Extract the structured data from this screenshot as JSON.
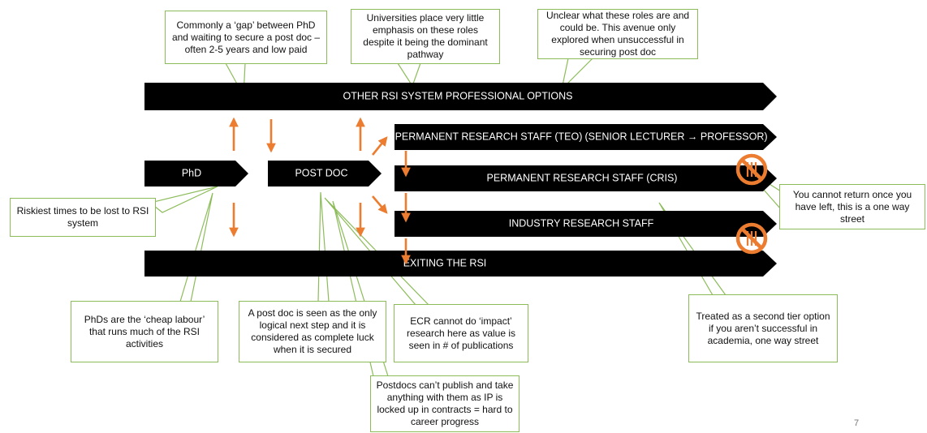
{
  "colors": {
    "bar": "#000000",
    "bar_text": "#ffffff",
    "arrow": "#ec7c30",
    "callout_border": "#8cbc5a",
    "no_entry_icon": "#ec7c30"
  },
  "bars": {
    "other_rsi": "OTHER RSI SYSTEM PROFESSIONAL OPTIONS",
    "phd": "PhD",
    "post_doc": "POST DOC",
    "teo": "PERMANENT RESEARCH STAFF (TEO)",
    "teo_path": "(SENIOR LECTURER → PROFESSOR)",
    "cris": "PERMANENT RESEARCH STAFF (CRIS)",
    "industry": "INDUSTRY RESEARCH STAFF",
    "exiting": "EXITING THE RSI"
  },
  "callouts": {
    "gap": "Commonly a ‘gap’ between PhD and waiting to secure a post doc – often 2-5 years and low paid",
    "universities": "Universities place very little emphasis on these roles despite it being the dominant pathway",
    "unclear": "Unclear what these roles are and could be. This avenue only explored when unsuccessful in securing post doc",
    "riskiest": "Riskiest times to be lost to RSI system",
    "one_way": "You cannot return once you have left, this is a one way street",
    "cheap_labour": "PhDs are the ‘cheap labour’ that runs much of the RSI activities",
    "logical_step": "A post doc is seen as the only logical next step and it is considered as complete luck when it is secured",
    "ecr_impact": "ECR cannot do ‘impact’ research here as value is seen in # of publications",
    "second_tier": "Treated as a second tier option if you aren’t successful in academia, one way street",
    "postdocs_ip": "Postdocs can’t publish and take anything with them as IP is locked up in contracts = hard to career progress"
  },
  "page_number": "7"
}
